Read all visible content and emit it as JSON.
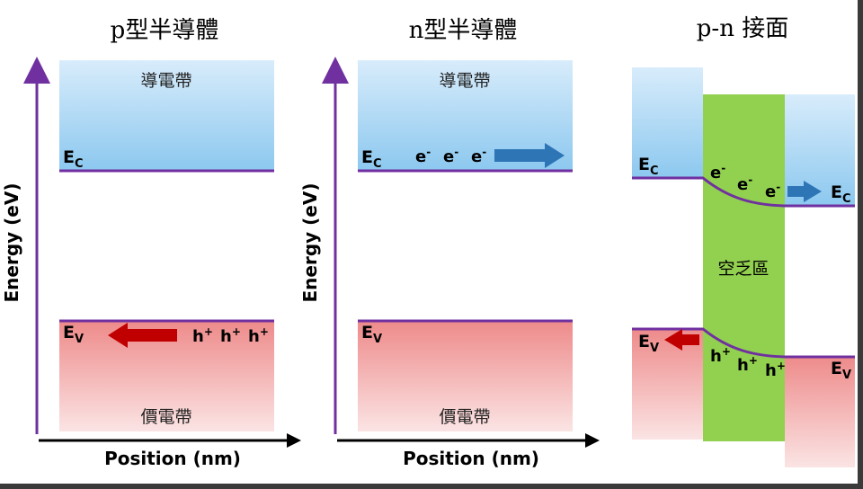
{
  "titles": {
    "p": "p型半導體",
    "n": "n型半導體",
    "pn": "p-n 接面"
  },
  "axes": {
    "y_label": "Energy (eV)",
    "x_label": "Position (nm)"
  },
  "bands": {
    "conduction": "導電帶",
    "valence": "價電帶"
  },
  "levels": {
    "ec_main": "E",
    "ec_sub": "C",
    "ev_main": "E",
    "ev_sub": "V"
  },
  "carriers": {
    "electron": "e",
    "electron_sup": "-",
    "hole": "h",
    "hole_sup": "+"
  },
  "depletion_label": "空乏區",
  "colors": {
    "axis": "#7030a0",
    "level_line": "#7030a0",
    "conduction_top": "#d8ecfb",
    "conduction_bottom": "#8cc8ef",
    "valence_top": "#ee8a8a",
    "valence_bottom": "#fbe4e4",
    "depletion": "#92d050",
    "electron_arrow": "#2e75b6",
    "hole_arrow": "#c00000"
  }
}
